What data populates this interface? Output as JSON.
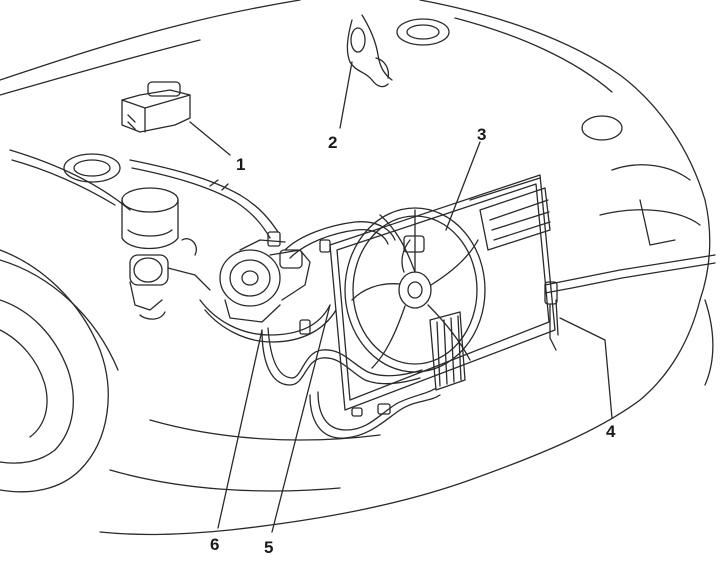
{
  "figure": {
    "callouts": [
      {
        "id": "callout-1",
        "label": "1"
      },
      {
        "id": "callout-2",
        "label": "2"
      },
      {
        "id": "callout-3",
        "label": "3"
      },
      {
        "id": "callout-4",
        "label": "4"
      },
      {
        "id": "callout-5",
        "label": "5"
      },
      {
        "id": "callout-6",
        "label": "6"
      }
    ]
  },
  "colors": {
    "line": "#2a2a2a",
    "background": "#ffffff"
  }
}
